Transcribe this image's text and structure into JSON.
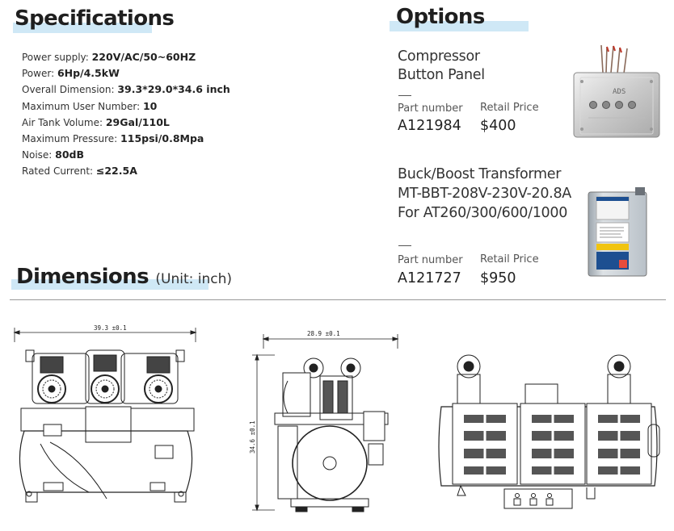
{
  "specifications": {
    "heading": "Specifications",
    "items": [
      {
        "label": "Power supply: ",
        "value": "220V/AC/50~60HZ"
      },
      {
        "label": "Power: ",
        "value": "6Hp/4.5kW"
      },
      {
        "label": "Overall Dimension: ",
        "value": "39.3*29.0*34.6 inch"
      },
      {
        "label": "Maximum User Number: ",
        "value": "10"
      },
      {
        "label": "Air Tank Volume: ",
        "value": "29Gal/110L"
      },
      {
        "label": "Maximum Pressure: ",
        "value": "115psi/0.8Mpa"
      },
      {
        "label": "Noise: ",
        "value": "80dB"
      },
      {
        "label": "Rated Current: ",
        "value": "≤22.5A"
      }
    ]
  },
  "options": {
    "heading": "Options",
    "items": [
      {
        "title_lines": [
          "Compressor",
          "Button Panel"
        ],
        "part_number_label": "Part number",
        "retail_price_label": "Retail Price",
        "part_number": "A121984",
        "price": "$400",
        "image_logo": "ADS",
        "icon": "button-panel-photo"
      },
      {
        "title_lines": [
          "Buck/Boost Transformer",
          "MT-BBT-208V-230V-20.8A",
          "For AT260/300/600/1000"
        ],
        "part_number_label": "Part number",
        "retail_price_label": "Retail Price",
        "part_number": "A121727",
        "price": "$950",
        "icon": "transformer-photo"
      }
    ]
  },
  "dimensions": {
    "heading": "Dimensions",
    "unit": "(Unit: inch)",
    "width_label": "39.3 ±0.1",
    "depth_label": "28.9 ±0.1",
    "height_label": "34.6 ±0.1"
  },
  "colors": {
    "heading_highlight": "#cfe8f6",
    "line_drawing": "#222222"
  }
}
